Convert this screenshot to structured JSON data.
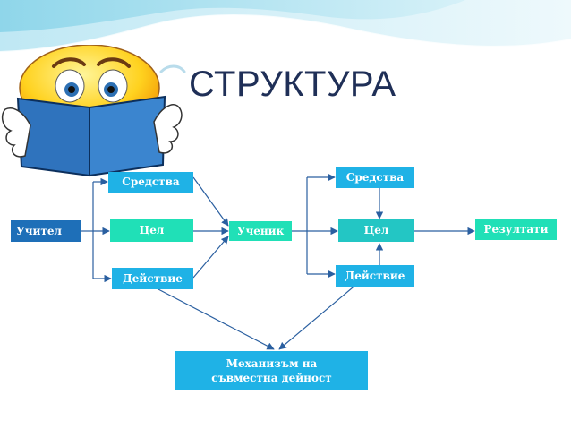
{
  "title": "СТРУКТУРА",
  "nodes": {
    "teacher": "Учител",
    "means_left": "Средства",
    "goal_left": "Цел",
    "action_left": "Действие",
    "student": "Ученик",
    "means_right": "Средства",
    "goal_right": "Цел",
    "action_right": "Действие",
    "results": "Резултати",
    "mechanism": "Механизъм  на съвместна дейност"
  },
  "colors": {
    "navy": "#1e6fb8",
    "cyan": "#1fb2e6",
    "green": "#20e0b7",
    "teal": "#23c6c4",
    "title": "#1f2f57"
  },
  "icons": {
    "mascot": "smiley-reading-book-icon",
    "swirl": "decorative-wave-background"
  }
}
